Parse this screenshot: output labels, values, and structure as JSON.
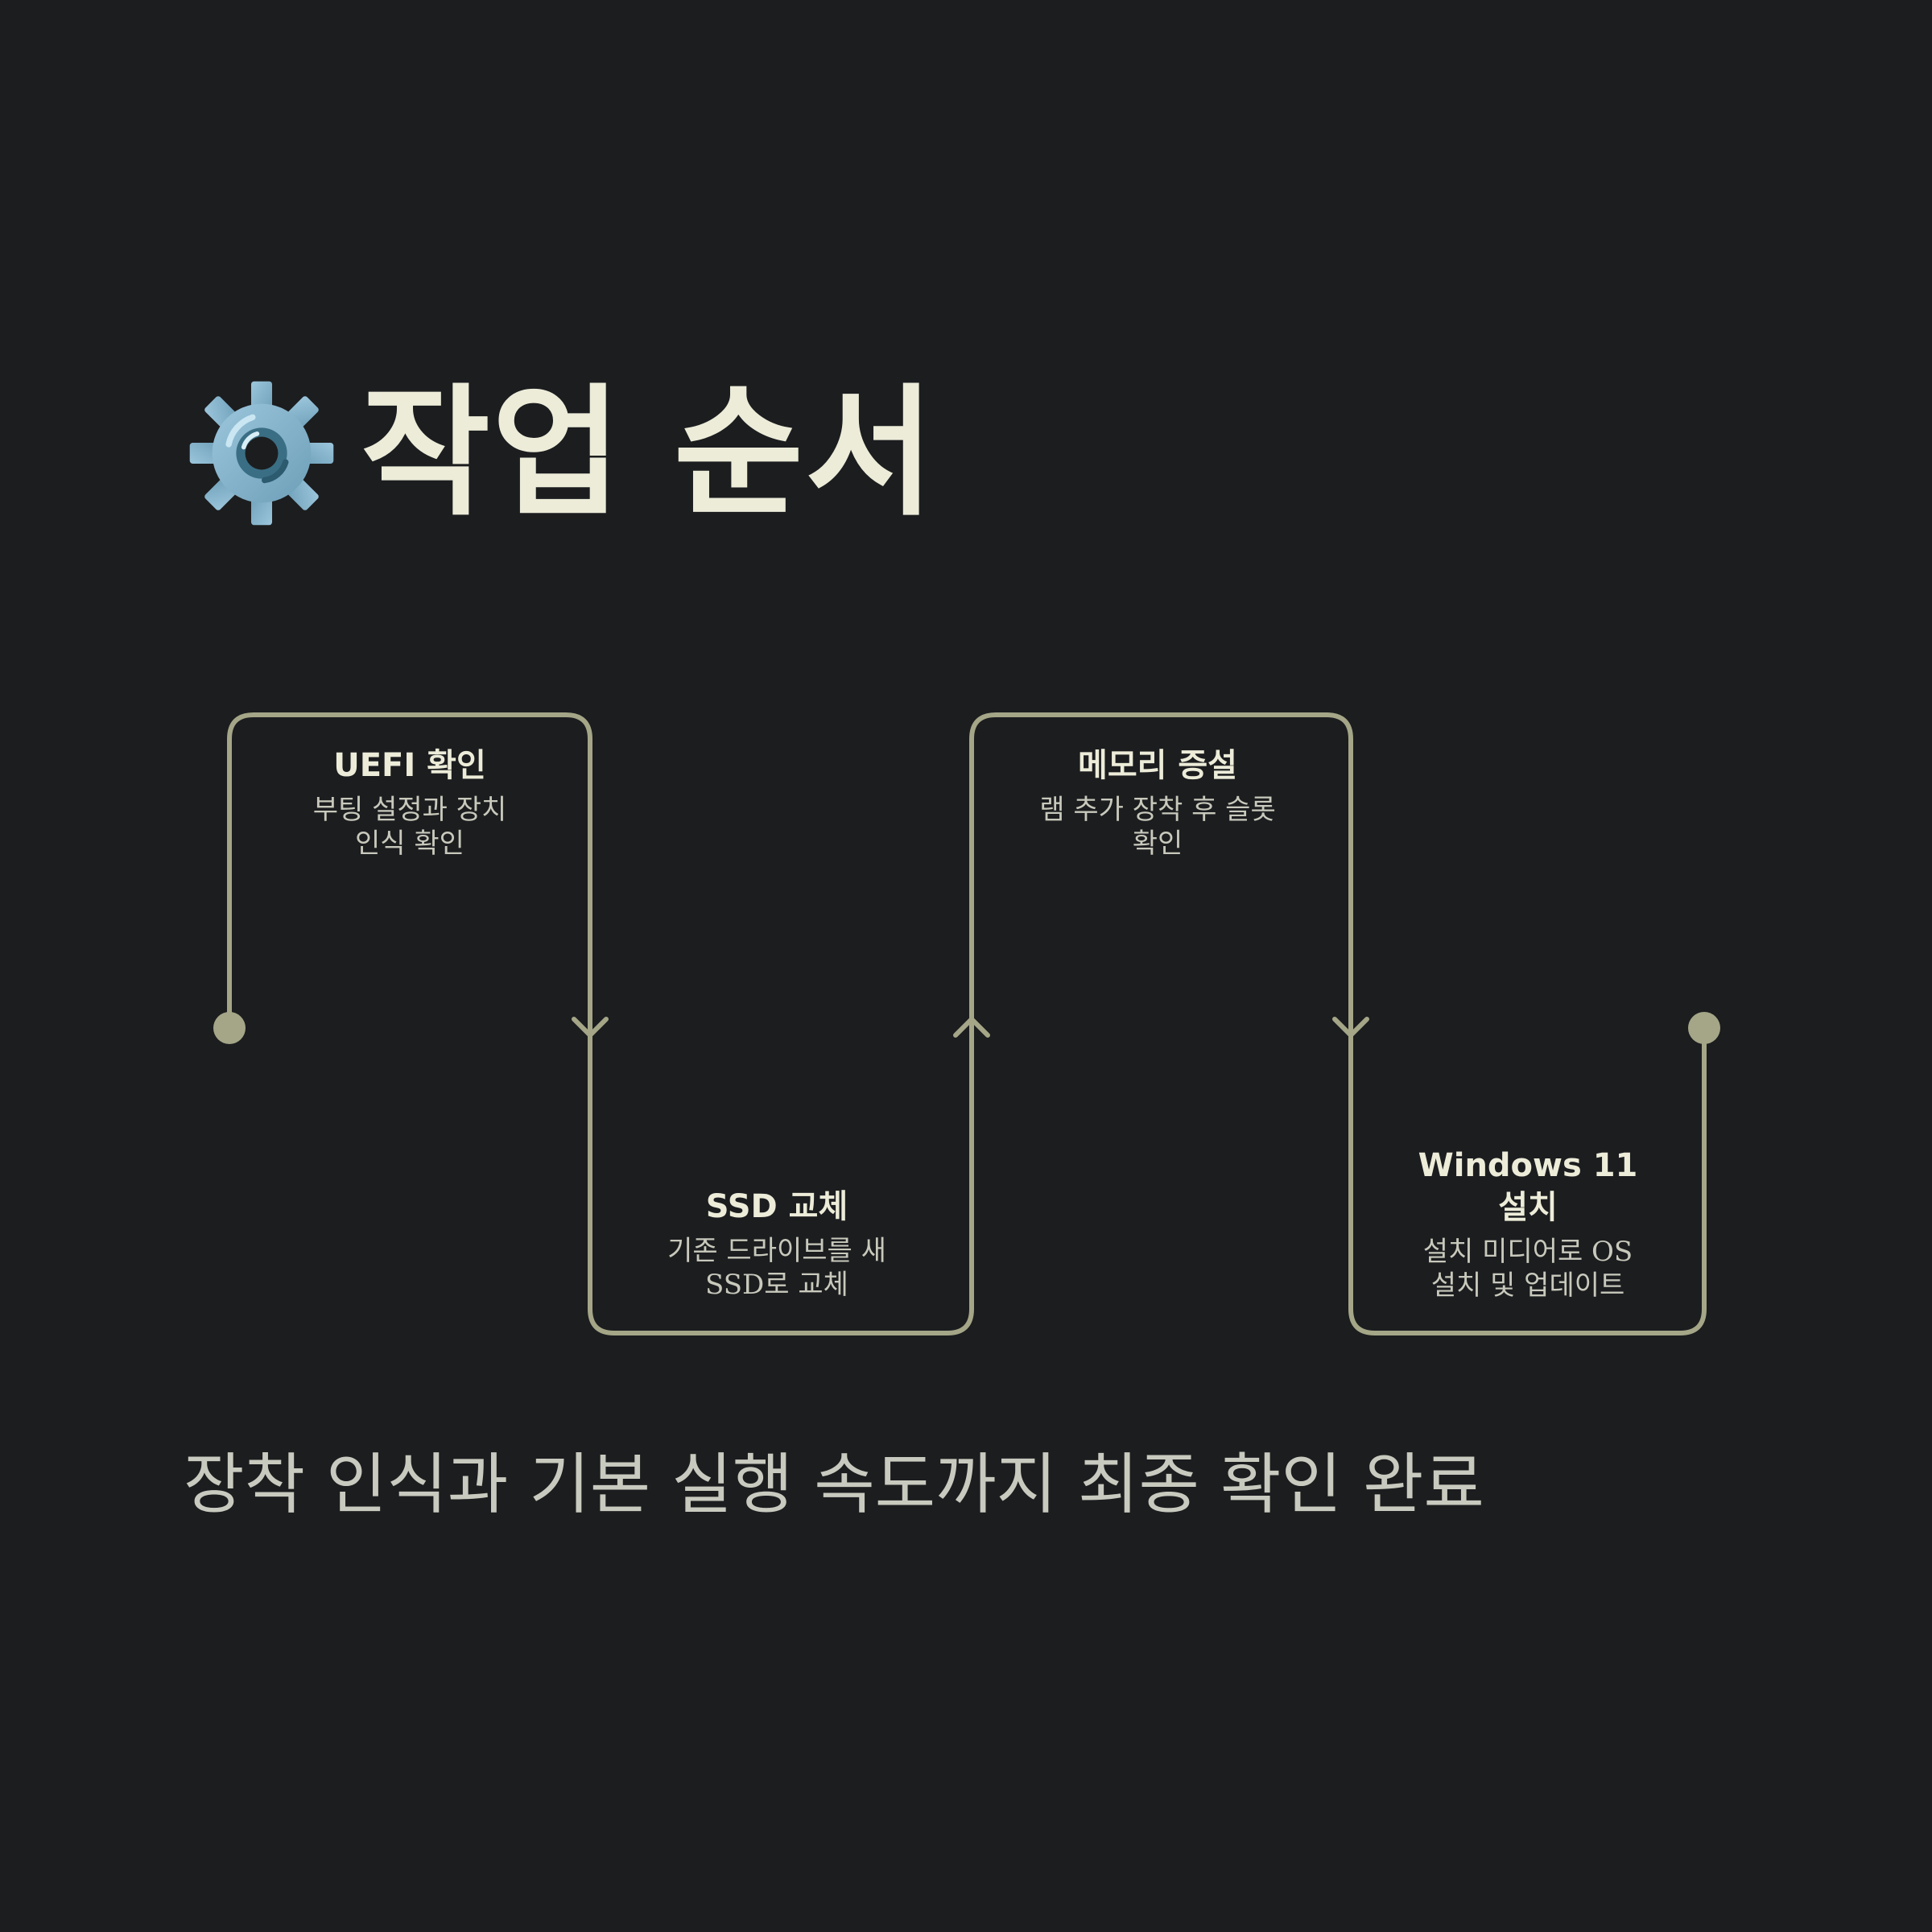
{
  "header": {
    "icon": "gear-icon",
    "title": "작업 순서"
  },
  "steps": [
    {
      "title": "UEFI 확인",
      "desc": "부팅 설정과 장치 인식 확인"
    },
    {
      "title": "SSD 교체",
      "desc": "기존 드라이브를 새 SSD로 교체"
    },
    {
      "title": "메모리 증설",
      "desc": "램 추가 장착 후 슬롯 확인"
    },
    {
      "title": "Windows 11 설치",
      "desc": "설치 미디어로 OS 설치 및 업데이트"
    }
  ],
  "footer": {
    "text": "장착 인식과 기본 실행 속도까지 최종 확인 완료"
  },
  "colors": {
    "background": "#1c1d1f",
    "line": "#a4a687",
    "title": "#ececd9",
    "gear": "#7fb0c8"
  }
}
